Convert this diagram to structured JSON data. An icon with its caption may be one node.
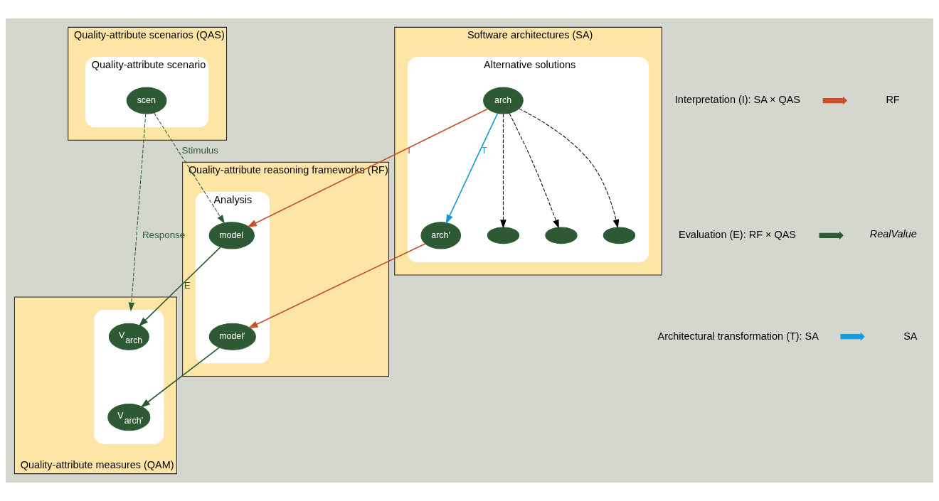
{
  "diagram": {
    "nodes": [
      {
        "text": [
          "Quality-attribute scenarios (QAS)"
        ]
      },
      {
        "text": [
          "Quality-attribute scenario"
        ],
        "in": 0
      },
      {
        "text": [
          "scen"
        ],
        "in": 1
      },
      {
        "text": [
          "Quality-attribute reasoning frameworks (RF)"
        ]
      },
      {
        "text": [
          "Analysis"
        ],
        "in": 3
      },
      {
        "text": [
          "model"
        ],
        "in": 4
      },
      {
        "text": [
          "model′"
        ],
        "in": 4
      },
      {
        "text": [
          "Software architectures (SA)"
        ]
      },
      {
        "text": [
          "Alternative solutions"
        ],
        "in": 7
      },
      {
        "text": [
          "arch′"
        ],
        "in": 8
      },
      {
        "text": [
          "arch"
        ],
        "in": 8
      },
      {
        "text": [],
        "shape": "ellipse",
        "in": 8
      },
      {
        "text": [],
        "shape": "ellipse",
        "in": 8
      },
      {
        "text": [],
        "shape": "ellipse",
        "in": 8
      },
      {
        "text": [
          "Quality-attribute measures (QAM)"
        ]
      },
      {
        "text": [],
        "shape": "ellipse",
        "in": 14
      },
      {
        "text": [
          "V$_{arch}$"
        ],
        "in": 15
      },
      {
        "text": [
          "V$_{arch′}$"
        ],
        "in": 15
      }
    ],
    "edges": [
      {
        "from": 2,
        "to": 5,
        "arrow": "to",
        "label": "Stimulus",
        "style": "dashed"
      },
      {
        "from": 2,
        "to": 15,
        "arrow": "to",
        "label": "Response",
        "style": "dashed"
      },
      {
        "from": 5,
        "to": 16,
        "arrow": "to",
        "label": "E"
      },
      {
        "from": 6,
        "to": 17,
        "arrow": "to"
      },
      {
        "from": 10,
        "to": 5,
        "arrow": "to",
        "label": "I",
        "color": "#c8502e"
      },
      {
        "from": 9,
        "to": 6,
        "arrow": "to",
        "color": "#c8502e"
      },
      {
        "from": 10,
        "to": 9,
        "arrow": "to",
        "label": "T",
        "color": "#1a9ad6"
      },
      {
        "from": 10,
        "to": 11,
        "arrow": "to",
        "style": "dashed",
        "color": "#000000"
      },
      {
        "from": 10,
        "to": 12,
        "arrow": "to",
        "style": "dashed",
        "color": "#000000"
      },
      {
        "from": 10,
        "to": 13,
        "arrow": "to",
        "style": "dashed",
        "color": "#000000"
      }
    ],
    "labels": [
      "RF",
      "RealValue",
      "SA"
    ],
    "legend": [
      {
        "text": "Interpretation (I): SA × QAS",
        "color": "#c8502e"
      },
      {
        "text": "Evaluation (E): RF × QAS",
        "color": "#2d5a35"
      },
      {
        "text": "Architectural transformation (T): SA",
        "color": "#1a9ad6"
      }
    ]
  }
}
